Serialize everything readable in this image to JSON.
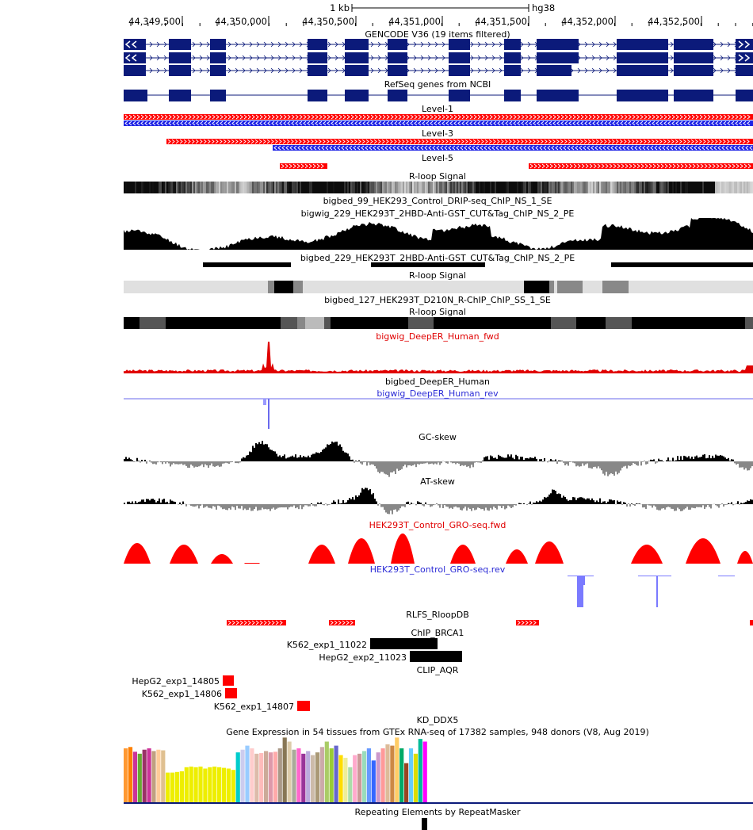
{
  "ruler": {
    "scale_label": "1 kb",
    "assembly": "hg38",
    "ticks": [
      "44,349,500",
      "44,350,000",
      "44,350,500",
      "44,351,000",
      "44,351,500",
      "44,352,000",
      "44,352,500"
    ]
  },
  "tracks": {
    "gencode": "GENCODE V36 (19 items filtered)",
    "refseq": "RefSeq genes from NCBI",
    "level1": "Level-1",
    "level3": "Level-3",
    "level5": "Level-5",
    "rloop1": "R-loop Signal",
    "bigbed99": "bigbed_99_HEK293_Control_DRIP-seq_ChIP_NS_1_SE",
    "bigwig229": "bigwig_229_HEK293T_2HBD-Anti-GST_CUT&Tag_ChIP_NS_2_PE",
    "bigbed229": "bigbed_229_HEK293T_2HBD-Anti-GST_CUT&Tag_ChIP_NS_2_PE",
    "rloop2": "R-loop Signal",
    "bigbed127": "bigbed_127_HEK293T_D210N_R-ChIP_ChIP_SS_1_SE",
    "rloop3": "R-loop Signal",
    "deeper_fwd": "bigwig_DeepER_Human_fwd",
    "deeper_bed": "bigbed_DeepER_Human",
    "deeper_rev": "bigwig_DeepER_Human_rev",
    "gcskew": "GC-skew",
    "atskew": "AT-skew",
    "gro_fwd": "HEK293T_Control_GRO-seq.fwd",
    "gro_rev": "HEK293T_Control_GRO-seq.rev",
    "rlfs": "RLFS_RloopDB",
    "chip_brca1": "ChIP_BRCA1",
    "clip_aqr": "CLIP_AQR",
    "kd_ddx5": "KD_DDX5",
    "gtex": "Gene Expression in 54 tissues from GTEx RNA-seq of 17382 samples, 948 donors (V8, Aug 2019)",
    "repeatmasker": "Repeating Elements by RepeatMasker"
  },
  "features": {
    "k562_11022": "K562_exp1_11022",
    "hepg2_11023": "HepG2_exp2_11023",
    "hepg2_14805": "HepG2_exp1_14805",
    "k562_14806": "K562_exp1_14806",
    "k562_14807": "K562_exp1_14807"
  },
  "colors": {
    "gene_navy": "#0b1a7a",
    "plus_red": "#ff0000",
    "minus_blue": "#1f24e6",
    "rev_blue": "#2a2ad6",
    "gro_rev_blue": "#7a7aff"
  },
  "gtex_values": [
    80,
    82,
    75,
    72,
    78,
    80,
    76,
    78,
    77,
    44,
    44,
    45,
    46,
    52,
    53,
    52,
    53,
    50,
    52,
    53,
    52,
    51,
    50,
    48,
    74,
    78,
    84,
    80,
    72,
    73,
    76,
    74,
    75,
    80,
    96,
    90,
    78,
    80,
    72,
    76,
    70,
    74,
    82,
    90,
    80,
    84,
    70,
    66,
    52,
    70,
    72,
    76,
    80,
    62,
    74,
    80,
    86,
    84,
    96,
    80,
    58,
    80,
    72,
    94,
    90
  ],
  "gtex_colors": [
    "#ff9933",
    "#ff7f00",
    "#cc3399",
    "#66aa33",
    "#993366",
    "#cc3399",
    "#c0a080",
    "#ffcc99",
    "#e0c090",
    "#eeee00",
    "#eeee00",
    "#eeee00",
    "#eeee00",
    "#eeee00",
    "#eeee00",
    "#eeee00",
    "#eeee00",
    "#eeee00",
    "#eeee00",
    "#eeee00",
    "#eeee00",
    "#eeee00",
    "#eeee00",
    "#eeee00",
    "#00cccc",
    "#ccccee",
    "#99ccff",
    "#ffcccc",
    "#ddbbaa",
    "#ffbbbb",
    "#ccaa99",
    "#dd99aa",
    "#ffaaaa",
    "#aa9988",
    "#887755",
    "#ddccaa",
    "#aaaa99",
    "#ff66cc",
    "#993399",
    "#bbaadd",
    "#ccbbaa",
    "#aa9977",
    "#ccaaaa",
    "#aacc66",
    "#99cc33",
    "#6666cc",
    "#ffdd00",
    "#eeee99",
    "#aaddaa",
    "#ffaacc",
    "#cc9999",
    "#99ddbb",
    "#6699ff",
    "#3366ff",
    "#cc99cc",
    "#ff9999",
    "#ddbb99",
    "#cc8844",
    "#ffcc66",
    "#00aa66",
    "#994422",
    "#66ccff",
    "#dddd00",
    "#00bb99",
    "#ff00ff"
  ]
}
